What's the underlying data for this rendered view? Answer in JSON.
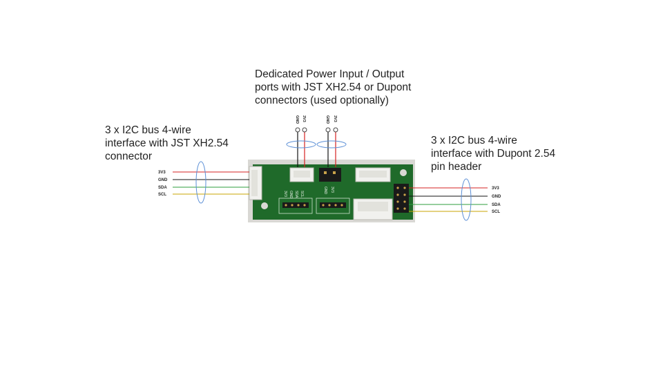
{
  "captions": {
    "top": "Dedicated Power Input / Output\nports with JST XH2.54 or Dupont\nconnectors (used optionally)",
    "left": "3 x I2C bus 4-wire\ninterface with JST XH2.54\nconnector",
    "right": "3 x I2C bus 4-wire\ninterface with Dupont 2.54\npin header"
  },
  "left_bus": {
    "wires": [
      {
        "label": "3V3",
        "color": "#d62020"
      },
      {
        "label": "GND",
        "color": "#111111"
      },
      {
        "label": "SDA",
        "color": "#2e9e3e"
      },
      {
        "label": "SCL",
        "color": "#c8a400"
      }
    ]
  },
  "right_bus": {
    "wires": [
      {
        "label": "3V3",
        "color": "#d62020"
      },
      {
        "label": "GND",
        "color": "#111111"
      },
      {
        "label": "SDA",
        "color": "#2e9e3e"
      },
      {
        "label": "SCL",
        "color": "#c8a400"
      }
    ]
  },
  "power_ports": [
    {
      "pins": [
        "GND",
        "3V3"
      ]
    },
    {
      "pins": [
        "GND",
        "3V3"
      ]
    }
  ],
  "board_silkscreen": {
    "left_header": [
      "3V3",
      "GND",
      "SDA",
      "SCL"
    ],
    "mid_header": [
      "GND",
      "3V3"
    ]
  },
  "colors": {
    "pcb": "#1f6a2a",
    "ellipse": "#5b8fd6",
    "connector_white": "#f1f1ee"
  }
}
